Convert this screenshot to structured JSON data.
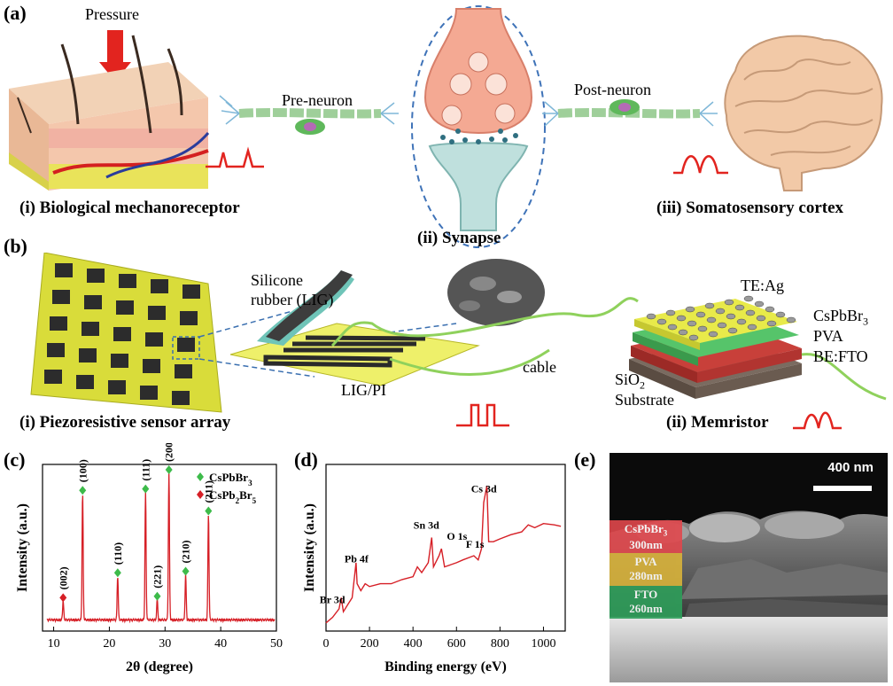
{
  "panel_a": {
    "label": "(a)",
    "pressure": "Pressure",
    "pre_neuron": "Pre-neuron",
    "post_neuron": "Post-neuron",
    "cap_i": "(i) Biological mechanoreceptor",
    "cap_ii": "(ii) Synapse",
    "cap_iii": "(iii) Somatosensory cortex"
  },
  "panel_b": {
    "label": "(b)",
    "silicone_1": "Silicone",
    "silicone_2": "rubber (LIG)",
    "lig_pi": "LIG/PI",
    "cable": "cable",
    "te": "TE:Ag",
    "cspbbr3": "CsPbBr3",
    "pva": "PVA",
    "be": "BE:FTO",
    "sio2": "SiO2",
    "substrate": "Substrate",
    "cap_i": "(i) Piezoresistive sensor array",
    "cap_ii": "(ii) Memristor"
  },
  "panel_c": {
    "label": "(c)"
  },
  "panel_d": {
    "label": "(d)"
  },
  "panel_e": {
    "label": "(e)",
    "scale": "400 nm",
    "layers": [
      {
        "name": "CsPbBr3",
        "thick": "300nm",
        "color": "#e0474c"
      },
      {
        "name": "PVA",
        "thick": "280nm",
        "color": "#d8b23a"
      },
      {
        "name": "FTO",
        "thick": "260nm",
        "color": "#2e9e5a"
      }
    ]
  },
  "chart_data": [
    {
      "type": "line",
      "title": "",
      "xlabel": "2θ (degree)",
      "ylabel": "Intensity (a.u.)",
      "xlim": [
        8,
        50
      ],
      "xticks": [
        10,
        20,
        30,
        40,
        50
      ],
      "legend": [
        {
          "name": "CsPbBr3",
          "marker": "diamond",
          "color": "#3dbb4a"
        },
        {
          "name": "CsPb2Br5",
          "marker": "diamond",
          "color": "#d61f26"
        }
      ],
      "legend_position": "top-right",
      "series": [
        {
          "name": "",
          "color": "#d61f26",
          "peaks": [
            [
              11.7,
              0.13
            ],
            [
              15.2,
              0.86
            ],
            [
              21.5,
              0.3
            ],
            [
              26.5,
              0.87
            ],
            [
              28.6,
              0.14
            ],
            [
              30.7,
              1.0
            ],
            [
              33.7,
              0.31
            ],
            [
              37.8,
              0.72
            ]
          ]
        }
      ],
      "annotations": [
        {
          "x": 11.7,
          "text": "(002)",
          "marker": "CsPb2Br5"
        },
        {
          "x": 15.2,
          "text": "(100)",
          "marker": "CsPbBr3"
        },
        {
          "x": 21.5,
          "text": "(110)",
          "marker": "CsPbBr3"
        },
        {
          "x": 26.5,
          "text": "(111)",
          "marker": "CsPbBr3"
        },
        {
          "x": 28.6,
          "text": "(221)",
          "marker": "CsPbBr3"
        },
        {
          "x": 30.7,
          "text": "(200)",
          "marker": "CsPbBr3"
        },
        {
          "x": 33.7,
          "text": "(210)",
          "marker": "CsPbBr3"
        },
        {
          "x": 37.8,
          "text": "(211)",
          "marker": "CsPbBr3"
        }
      ]
    },
    {
      "type": "line",
      "title": "",
      "xlabel": "Binding energy (eV)",
      "ylabel": "Intensity (a.u.)",
      "xlim": [
        0,
        1100
      ],
      "xticks": [
        0,
        200,
        400,
        600,
        800,
        1000
      ],
      "series": [
        {
          "name": "",
          "color": "#d61f26",
          "points": [
            [
              0,
              0.02
            ],
            [
              30,
              0.06
            ],
            [
              60,
              0.12
            ],
            [
              70,
              0.2
            ],
            [
              80,
              0.1
            ],
            [
              100,
              0.15
            ],
            [
              120,
              0.2
            ],
            [
              138,
              0.45
            ],
            [
              143,
              0.3
            ],
            [
              160,
              0.25
            ],
            [
              180,
              0.3
            ],
            [
              200,
              0.28
            ],
            [
              250,
              0.3
            ],
            [
              300,
              0.3
            ],
            [
              350,
              0.33
            ],
            [
              400,
              0.35
            ],
            [
              420,
              0.42
            ],
            [
              440,
              0.38
            ],
            [
              470,
              0.45
            ],
            [
              486,
              0.63
            ],
            [
              494,
              0.42
            ],
            [
              520,
              0.5
            ],
            [
              531,
              0.55
            ],
            [
              545,
              0.42
            ],
            [
              600,
              0.45
            ],
            [
              630,
              0.47
            ],
            [
              680,
              0.5
            ],
            [
              700,
              0.47
            ],
            [
              715,
              0.55
            ],
            [
              725,
              0.88
            ],
            [
              740,
              1.0
            ],
            [
              748,
              0.6
            ],
            [
              770,
              0.6
            ],
            [
              800,
              0.62
            ],
            [
              850,
              0.65
            ],
            [
              900,
              0.67
            ],
            [
              930,
              0.72
            ],
            [
              960,
              0.7
            ],
            [
              1000,
              0.73
            ],
            [
              1050,
              0.72
            ],
            [
              1080,
              0.71
            ]
          ]
        }
      ],
      "annotations": [
        {
          "x": 70,
          "text": "Br 3d"
        },
        {
          "x": 140,
          "text": "Pb 4f"
        },
        {
          "x": 486,
          "text": "Sn 3d"
        },
        {
          "x": 531,
          "text": "O 1s"
        },
        {
          "x": 685,
          "text": "F 1s"
        },
        {
          "x": 726,
          "text": "Cs 3d"
        }
      ]
    }
  ]
}
